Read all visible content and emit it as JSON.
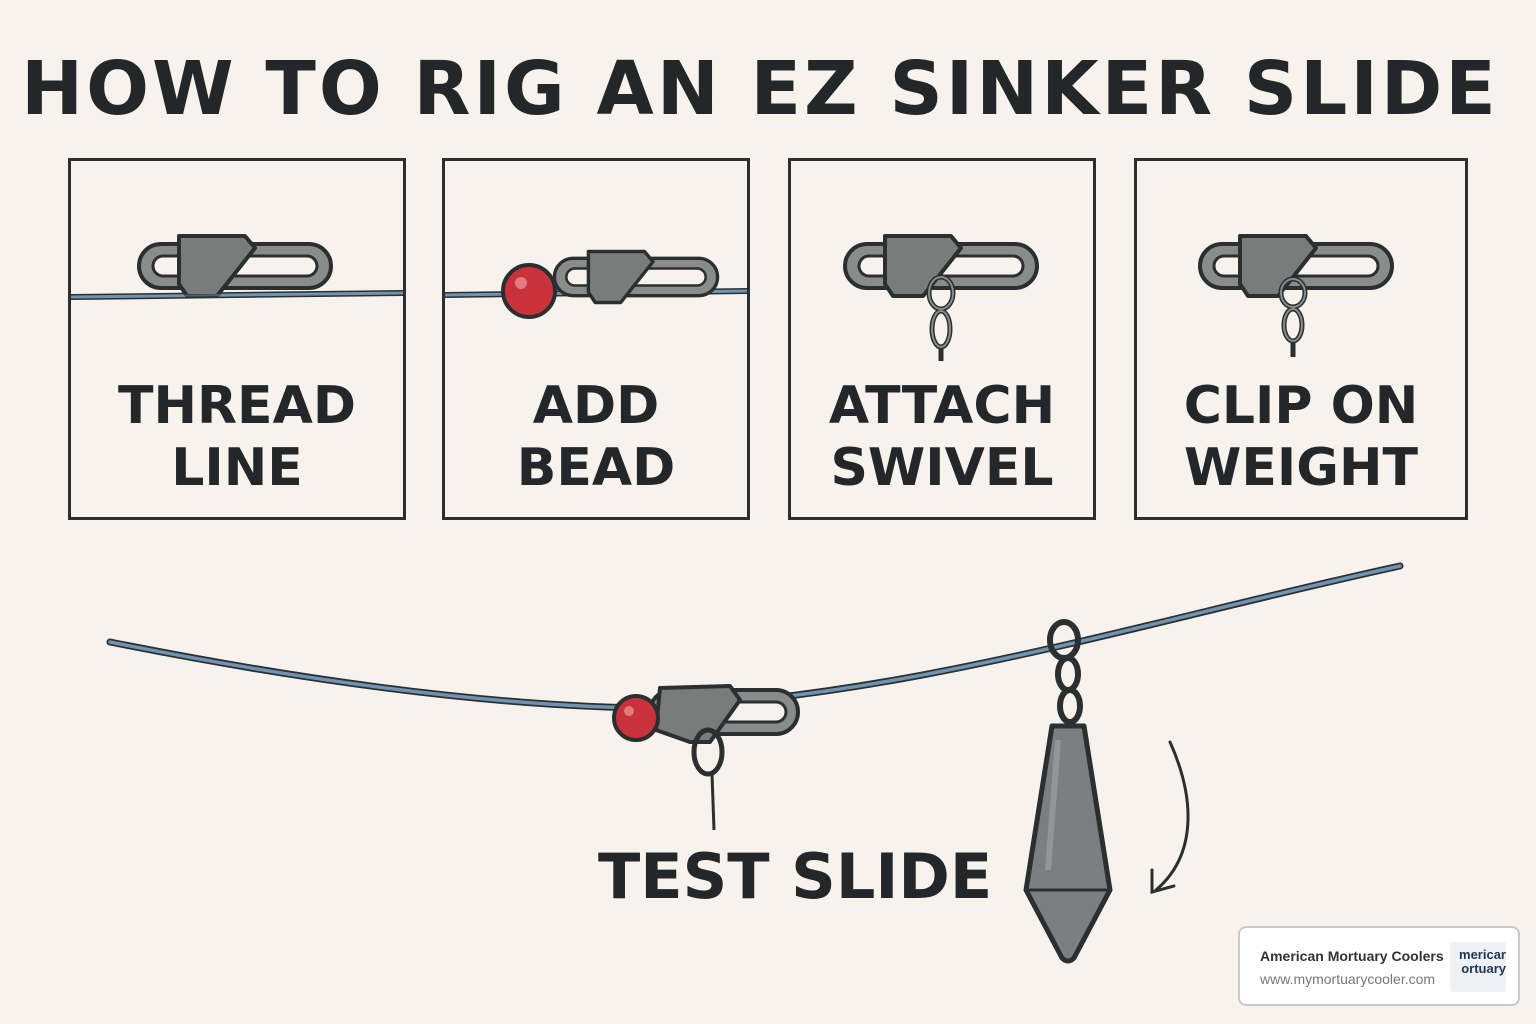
{
  "title": "HOW TO RIG AN EZ SINKER SLIDE",
  "steps": [
    {
      "line1": "THREAD",
      "line2": "LINE"
    },
    {
      "line1": "ADD",
      "line2": "BEAD"
    },
    {
      "line1": "ATTACH",
      "line2": "SWIVEL"
    },
    {
      "line1": "CLIP ON",
      "line2": "WEIGHT"
    }
  ],
  "test_label": "TEST SLIDE",
  "badge": {
    "name": "American Mortuary Coolers",
    "url": "www.mymortuarycooler.com",
    "logo_line1": "mericar",
    "logo_line2": "ortuary"
  },
  "colors": {
    "line": "#6f93b0",
    "bead": "#c8323a",
    "metal": "#7d7f7f",
    "ink": "#23272a"
  }
}
